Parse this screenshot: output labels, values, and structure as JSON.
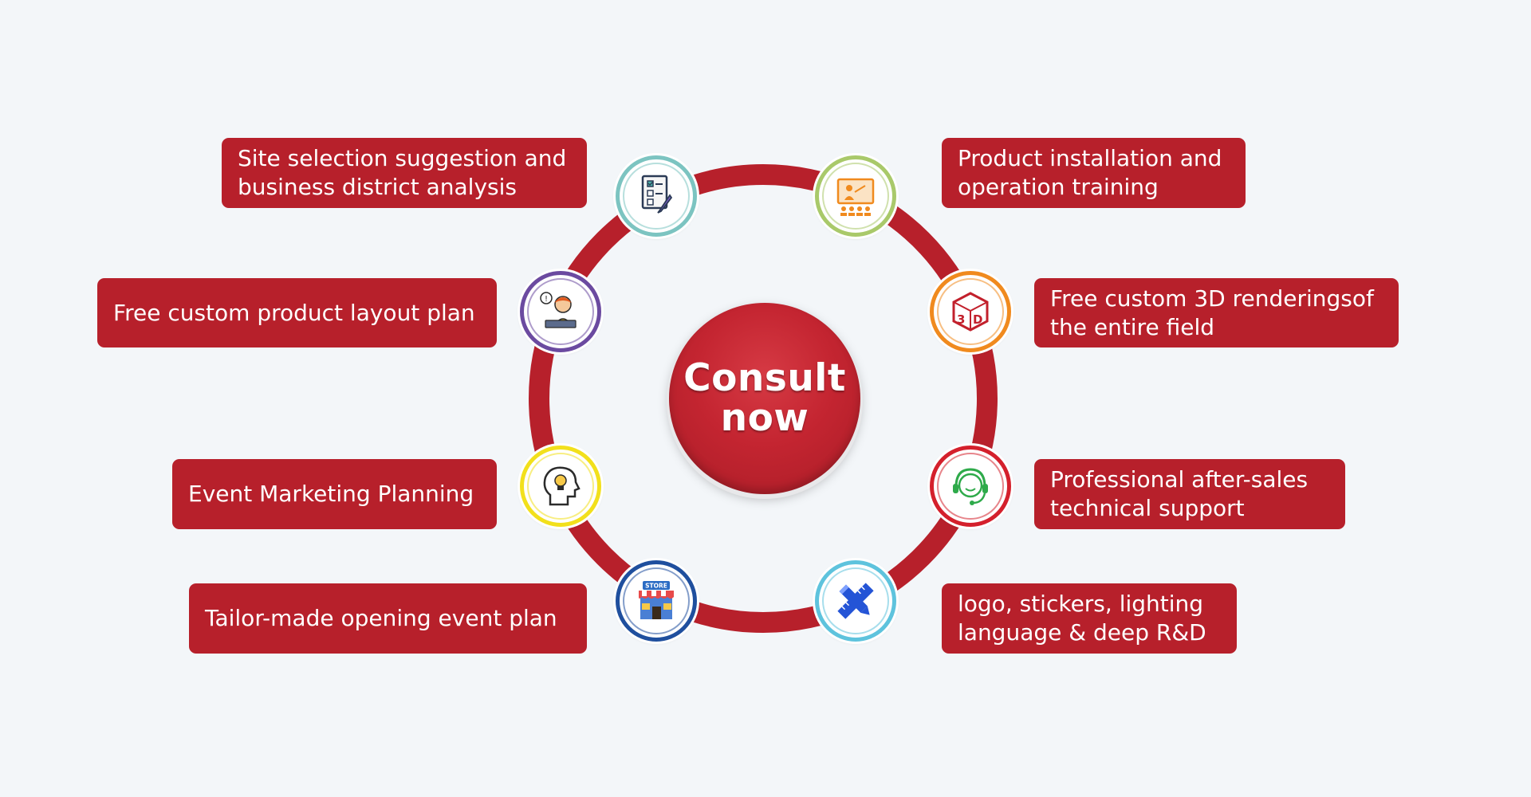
{
  "center": {
    "label": "Consult now"
  },
  "services": [
    {
      "id": "site",
      "label": "Site selection suggestion and\nbusiness district analysis",
      "icon": "checklist-document-icon",
      "color": "#7cc4c1"
    },
    {
      "id": "training",
      "label": "Product installation and\noperation training",
      "icon": "presentation-board-icon",
      "color": "#a9c96a"
    },
    {
      "id": "layout",
      "label": "Free custom product layout plan",
      "icon": "support-agent-laptop-icon",
      "color": "#6b4aa0"
    },
    {
      "id": "render3d",
      "label": "Free custom 3D renderingsof\nthe entire field",
      "icon": "3d-cube-icon",
      "color": "#f08a1e"
    },
    {
      "id": "marketing",
      "label": "Event Marketing Planning",
      "icon": "head-idea-icon",
      "color": "#f2e01c"
    },
    {
      "id": "support",
      "label": "Professional after-sales\ntechnical support",
      "icon": "headset-icon",
      "color": "#d4202c"
    },
    {
      "id": "opening",
      "label": "Tailor-made opening event plan",
      "icon": "store-icon",
      "color": "#1f4f9e"
    },
    {
      "id": "design",
      "label": "logo, stickers, lighting\nlanguage & deep R&D",
      "icon": "ruler-pencil-icon",
      "color": "#5ec3dd"
    }
  ],
  "colors": {
    "ring": "#b7202b",
    "label_bg": "#b7202b",
    "background": "#f3f6f9",
    "text": "#ffffff"
  },
  "store_sign": "STORE"
}
